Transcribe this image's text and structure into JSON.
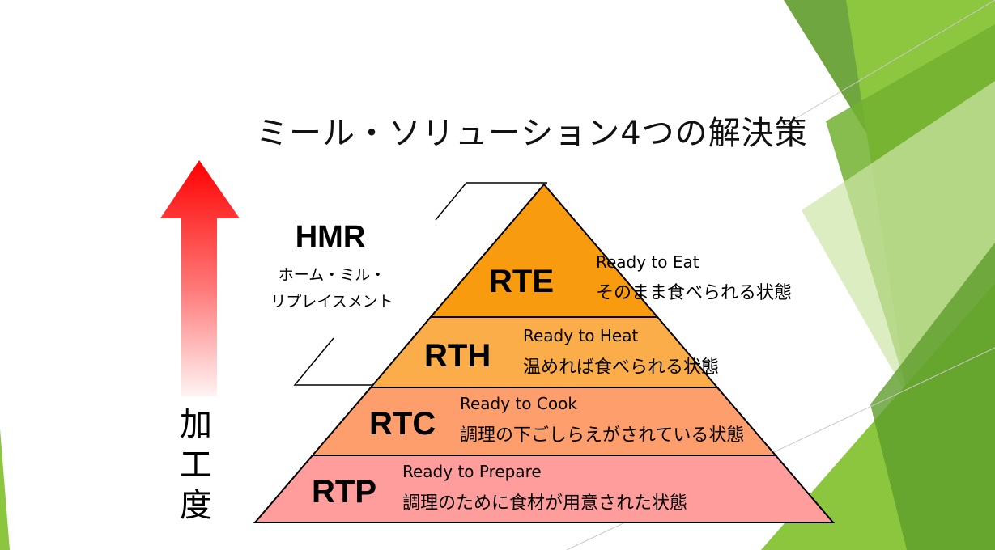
{
  "title": "ミール・ソリューション4つの解決策",
  "hmr": {
    "code": "HMR",
    "name_lines": [
      "ホーム・ミル・",
      "リプレイスメント"
    ]
  },
  "axis_label": [
    "加",
    "工",
    "度"
  ],
  "levels": [
    {
      "code": "RTE",
      "english": "Ready to Eat",
      "japanese": "そのまま食べられる状態",
      "color": "#F99B0E"
    },
    {
      "code": "RTH",
      "english": "Ready to Heat",
      "japanese": "温めれば食べられる状態",
      "color": "#FBAD4A"
    },
    {
      "code": "RTC",
      "english": "Ready to Cook",
      "japanese": "調理の下ごしらえがされている状態",
      "color": "#FD9E6C"
    },
    {
      "code": "RTP",
      "english": "Ready to Prepare",
      "japanese": "調理のために食材が用意された状態",
      "color": "#FF9C9C"
    }
  ],
  "colors": {
    "arrow_top": "#FF0000",
    "arrow_bottom": "#FFF4F4",
    "decor_green_dark": "#5A9B2B",
    "decor_green_light": "#8CC63F"
  }
}
